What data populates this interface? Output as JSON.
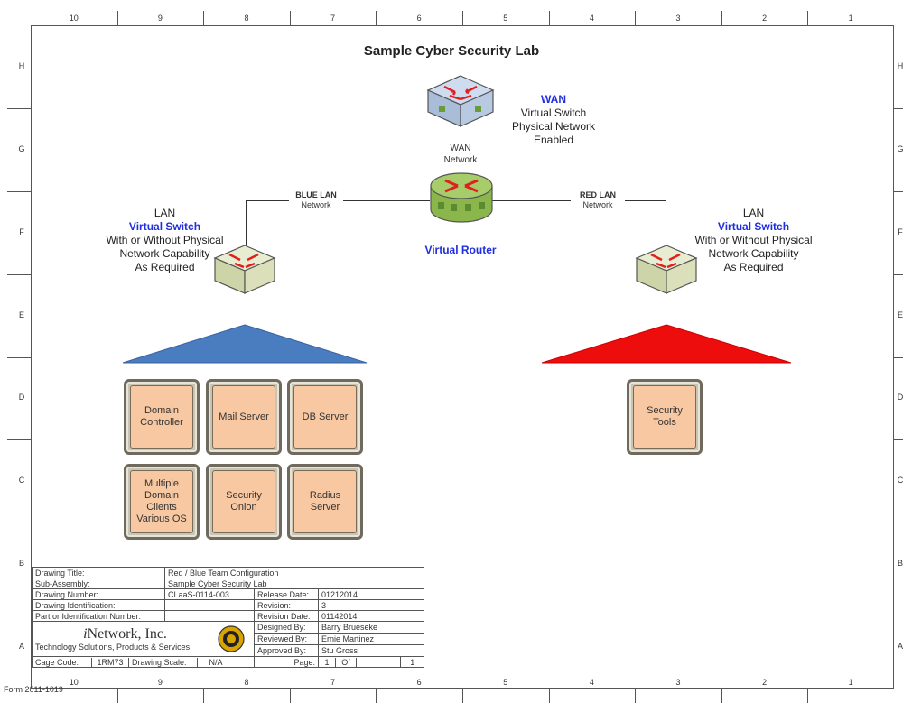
{
  "drawing": {
    "title": "Sample Cyber Security Lab",
    "column_numbers": [
      "10",
      "9",
      "8",
      "7",
      "6",
      "5",
      "4",
      "3",
      "2",
      "1"
    ],
    "row_letters": [
      "H",
      "G",
      "F",
      "E",
      "D",
      "C",
      "B",
      "A"
    ]
  },
  "wan": {
    "heading": "WAN",
    "line1": "Virtual Switch",
    "line2": "Physical Network Enabled",
    "net_line1": "WAN",
    "net_line2": "Network"
  },
  "router": {
    "label": "Virtual Router"
  },
  "blue_lan": {
    "line1": "BLUE LAN",
    "line2": "Network"
  },
  "red_lan": {
    "line1": "RED LAN",
    "line2": "Network"
  },
  "left_lan": {
    "line1": "LAN",
    "heading": "Virtual Switch",
    "line2": "With or Without Physical",
    "line3": "Network Capability",
    "line4": "As Required"
  },
  "right_lan": {
    "line1": "LAN",
    "heading": "Virtual Switch",
    "line2": "With or Without Physical",
    "line3": "Network Capability",
    "line4": "As Required"
  },
  "blue_servers": [
    "Domain\nController",
    "Mail Server",
    "DB Server",
    "Multiple\nDomain\nClients\nVarious OS",
    "Security\nOnion",
    "Radius\nServer"
  ],
  "red_servers": [
    "Security\nTools"
  ],
  "colors": {
    "blue_team": "#4a7cc0",
    "red_team": "#ee0d0d",
    "server_fill": "#f8c8a2",
    "accent_text": "#1f2ee0"
  },
  "title_block": {
    "drawing_title_label": "Drawing Title:",
    "drawing_title": "Red / Blue Team Configuration",
    "sub_assembly_label": "Sub-Assembly:",
    "sub_assembly": "Sample Cyber Security Lab",
    "drawing_number_label": "Drawing Number:",
    "drawing_number": "CLaaS-0114-003",
    "release_date_label": "Release Date:",
    "release_date": "01212014",
    "drawing_identification_label": "Drawing Identification:",
    "revision_label": "Revision:",
    "revision": "3",
    "part_label": "Part or Identification Number:",
    "revision_date_label": "Revision Date:",
    "revision_date": "01142014",
    "designed_by_label": "Designed By:",
    "designed_by": "Barry Brueseke",
    "reviewed_by_label": "Reviewed By:",
    "reviewed_by": "Ernie Martinez",
    "approved_by_label": "Approved By:",
    "approved_by": "Stu Gross",
    "company_prefix": "i",
    "company_name": "Network, Inc.",
    "company_tagline": "Technology Solutions, Products & Services",
    "cage_code_label": "Cage Code:",
    "cage_code": "1RM73",
    "drawing_scale_label": "Drawing Scale:",
    "drawing_scale": "N/A",
    "page_label": "Page:",
    "page": "1",
    "of_label": "Of",
    "of": "1"
  },
  "form_number": "Form 2011-1019"
}
